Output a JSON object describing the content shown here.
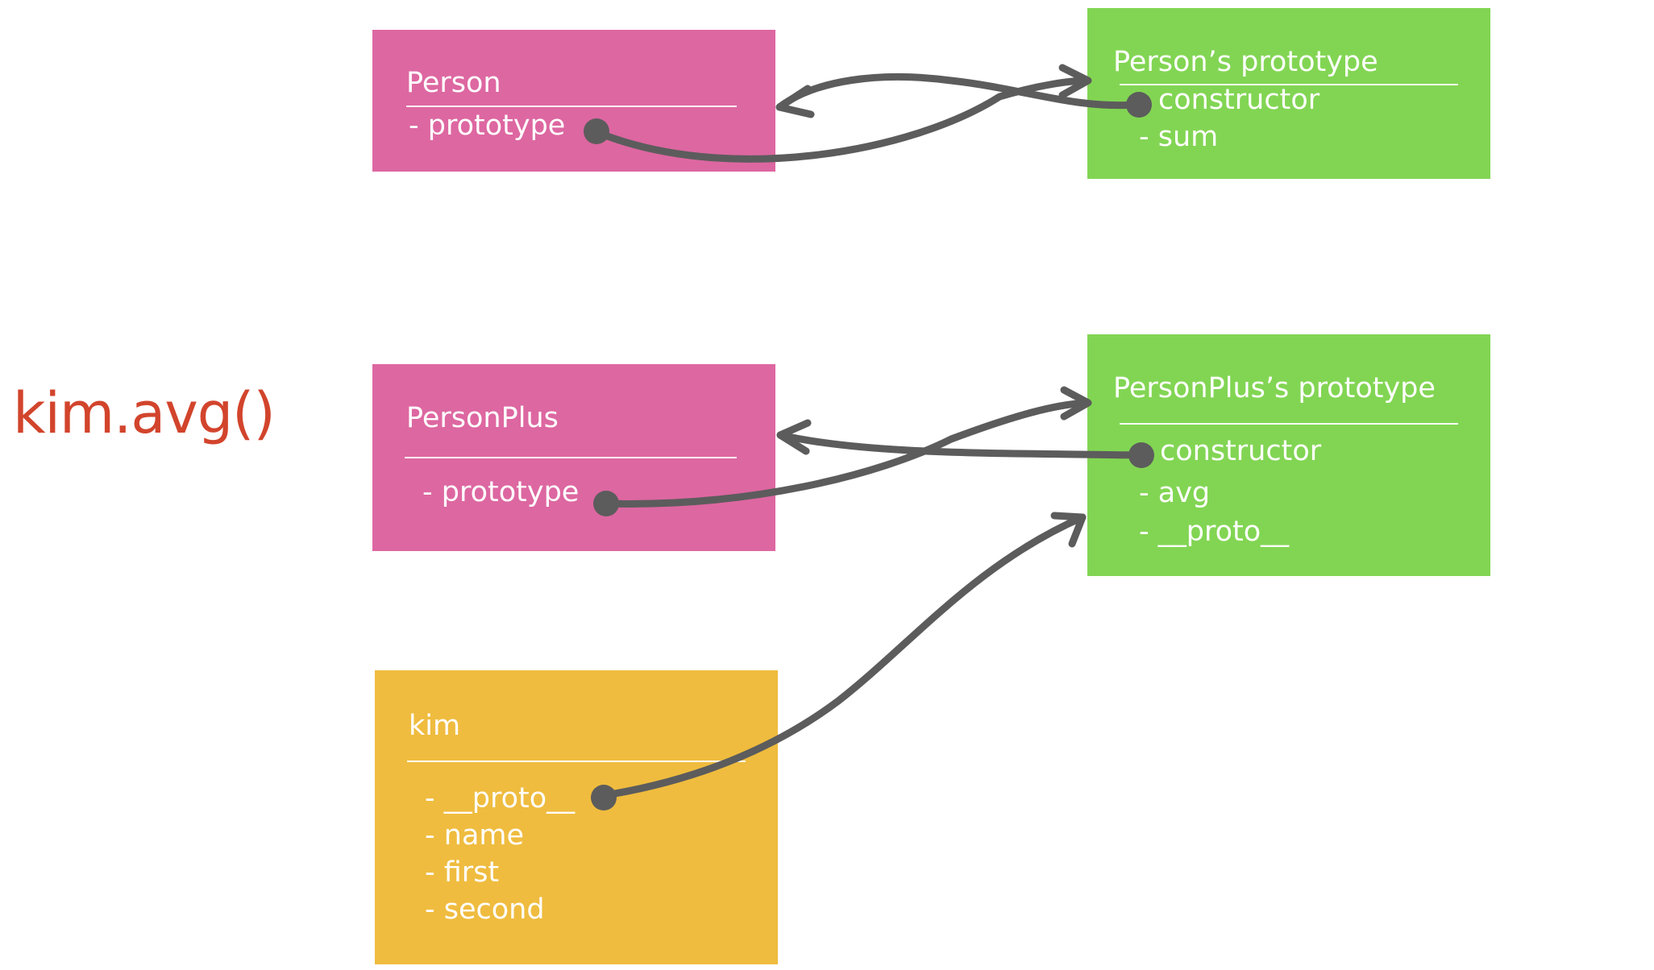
{
  "expression": "kim.avg()",
  "colors": {
    "constructor_box": "#dd67a1",
    "prototype_box": "#82d553",
    "instance_box": "#efbc3f",
    "expression": "#d2442c",
    "connector": "#5c5c5c"
  },
  "boxes": {
    "person": {
      "title": "Person",
      "items": [
        "- prototype"
      ]
    },
    "person_prototype": {
      "title": "Person’s prototype",
      "items": [
        "constructor",
        "- sum"
      ]
    },
    "personplus": {
      "title": "PersonPlus",
      "items": [
        "- prototype"
      ]
    },
    "personplus_prototype": {
      "title": "PersonPlus’s prototype",
      "items": [
        "constructor",
        "- avg",
        "- __proto__"
      ]
    },
    "kim": {
      "title": "kim",
      "items": [
        "- __proto__",
        "- name",
        "- first",
        "- second"
      ]
    }
  }
}
